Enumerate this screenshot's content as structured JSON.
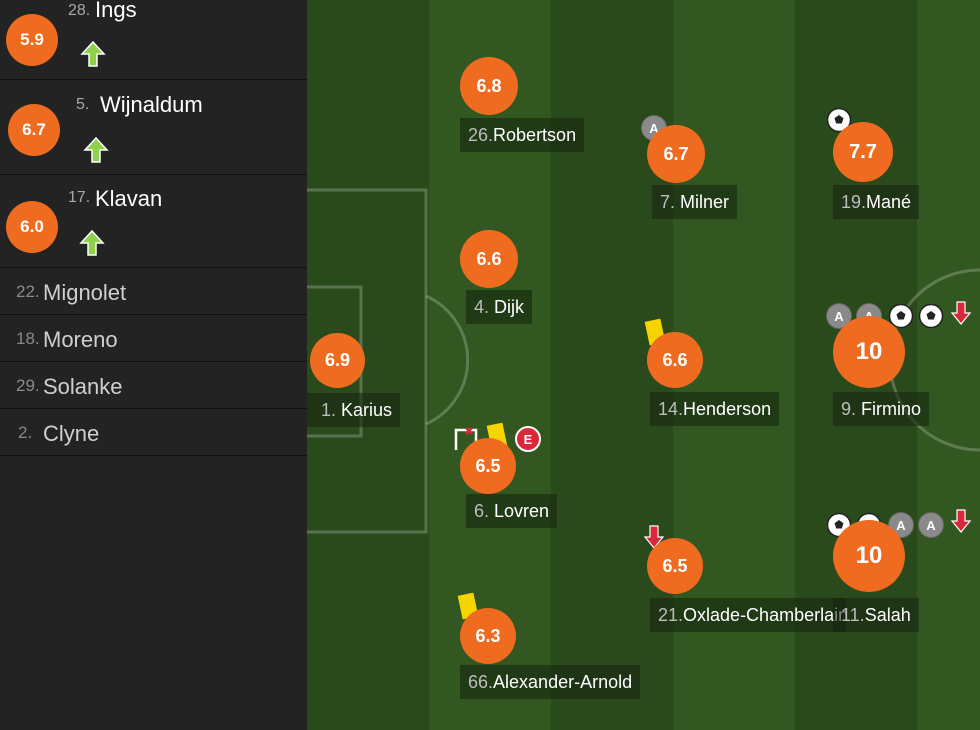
{
  "substitutes_in": [
    {
      "rating": "5.9",
      "number": "28.",
      "name": "Ings"
    },
    {
      "rating": "6.7",
      "number": "5.",
      "name": "Wijnaldum"
    },
    {
      "rating": "6.0",
      "number": "17.",
      "name": "Klavan"
    }
  ],
  "bench": [
    {
      "number": "22.",
      "name": "Mignolet"
    },
    {
      "number": "18.",
      "name": "Moreno"
    },
    {
      "number": "29.",
      "name": "Solanke"
    },
    {
      "number": "2.",
      "name": "Clyne"
    }
  ],
  "players": {
    "karius": {
      "rating": "6.9",
      "number": "1.",
      "name": "Karius"
    },
    "robertson": {
      "rating": "6.8",
      "number": "26.",
      "name": "Robertson"
    },
    "dijk": {
      "rating": "6.6",
      "number": "4.",
      "name": "Dijk"
    },
    "lovren": {
      "rating": "6.5",
      "number": "6.",
      "name": "Lovren",
      "event_badge": "E"
    },
    "alexander_arnold": {
      "rating": "6.3",
      "number": "66.",
      "name": "Alexander-Arnold"
    },
    "milner": {
      "rating": "6.7",
      "number": "7.",
      "name": "Milner",
      "assist_badge": "A"
    },
    "henderson": {
      "rating": "6.6",
      "number": "14.",
      "name": "Henderson"
    },
    "oxlade": {
      "rating": "6.5",
      "number": "21.",
      "name": "Oxlade-Chamberlain"
    },
    "mane": {
      "rating": "7.7",
      "number": "19.",
      "name": "Mané"
    },
    "firmino": {
      "rating": "10",
      "number": "9.",
      "name": "Firmino",
      "assist_badges": [
        "A",
        "A"
      ]
    },
    "salah": {
      "rating": "10",
      "number": "11.",
      "name": "Salah",
      "assist_badges": [
        "A",
        "A"
      ]
    }
  },
  "colors": {
    "rating": "#ef6b1f",
    "pitch_dark": "#2a4a1a",
    "pitch_light": "#335a20",
    "sub_in": "#8fd14f",
    "sub_out": "#d8283a",
    "yellow_card": "#f5d400"
  },
  "icons": [
    "arrow-up-icon",
    "arrow-down-icon",
    "ball-icon",
    "yellow-card-icon",
    "assist-icon",
    "error-icon",
    "own-goal-icon"
  ]
}
